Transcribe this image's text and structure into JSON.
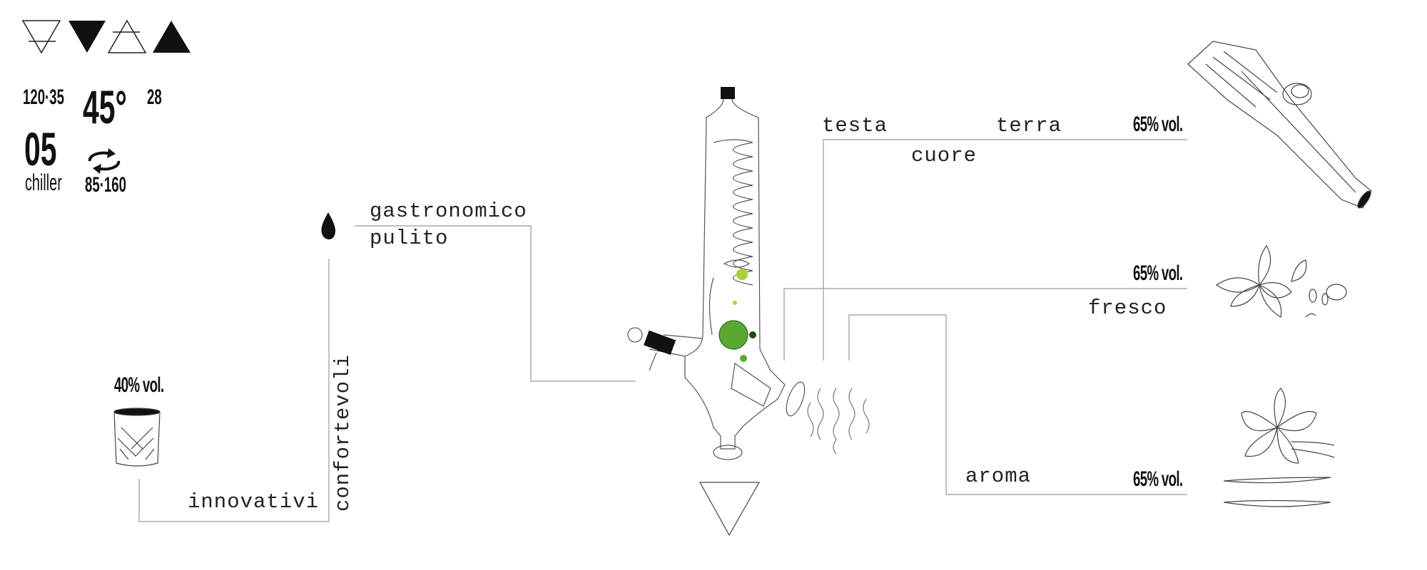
{
  "legend": {
    "symbols": [
      "water-triangle-crossed",
      "earth-triangle-filled",
      "air-triangle-crossed",
      "fire-triangle-filled"
    ],
    "temp_range": "120·35",
    "degrees": "45°",
    "value_28": "28",
    "chiller_number": "05",
    "chiller_label": "chiller",
    "cycle_range": "85·160"
  },
  "left": {
    "gastronomico": "gastronomico",
    "pulito": "pulito",
    "confortevoli": "confortevoli",
    "innovativi": "innovativi",
    "glass_abv": "40% vol."
  },
  "right": {
    "testa": "testa",
    "terra": "terra",
    "cuore": "cuore",
    "top_abv": "65% vol.",
    "middle_abv": "65% vol.",
    "fresco": "fresco",
    "aroma": "aroma",
    "bottom_abv": "65% vol."
  },
  "colors": {
    "ink": "#222222",
    "line": "#999999",
    "green": "#5aa832",
    "lime": "#a8d13a"
  }
}
